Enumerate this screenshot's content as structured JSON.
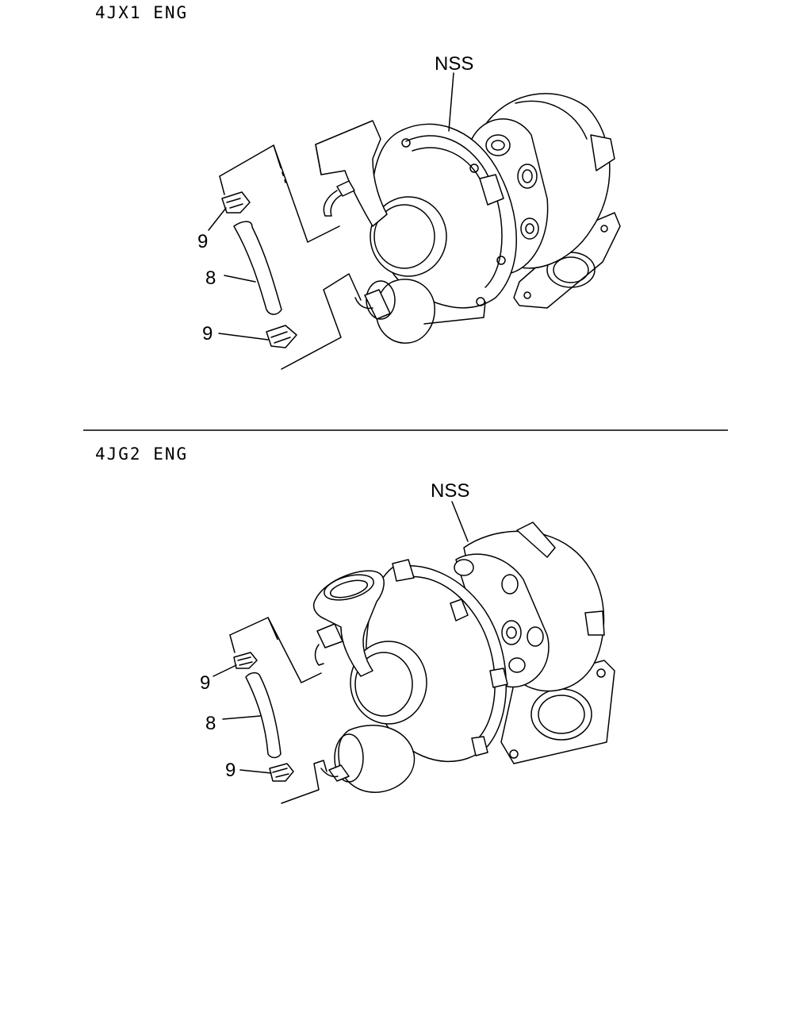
{
  "sections": [
    {
      "title": "4JX1  ENG",
      "callouts": {
        "assembly": "NSS",
        "clamp_top": "9",
        "hose": "8",
        "clamp_bottom": "9"
      }
    },
    {
      "title": "4JG2  ENG",
      "callouts": {
        "assembly": "NSS",
        "clamp_top": "9",
        "hose": "8",
        "clamp_bottom": "9"
      }
    }
  ]
}
